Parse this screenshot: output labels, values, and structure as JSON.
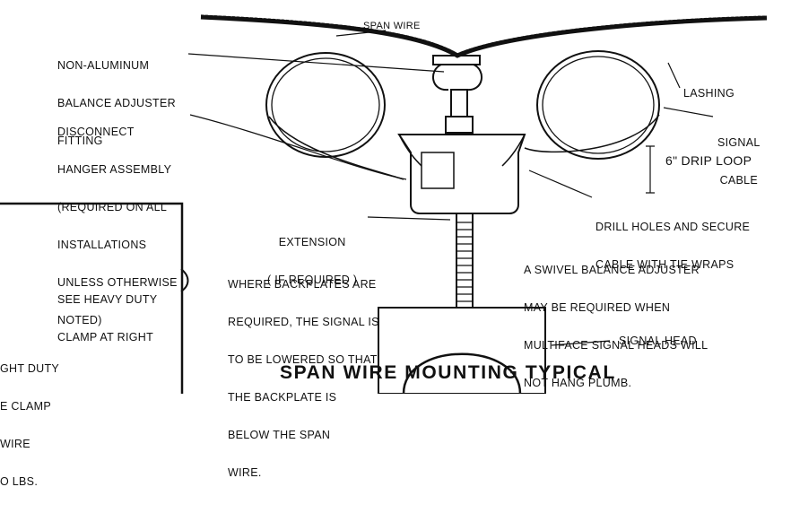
{
  "title": "SPAN WIRE MOUNTING TYPICAL",
  "labels": {
    "span_wire": "SPAN WIRE",
    "balance_adjuster": [
      "NON-ALUMINUM",
      "BALANCE ADJUSTER",
      "FITTING"
    ],
    "hanger": [
      "DISCONNECT",
      "HANGER ASSEMBLY",
      "(REQUIRED ON ALL",
      "INSTALLATIONS",
      "UNLESS OTHERWISE",
      "NOTED)"
    ],
    "lashing": "LASHING",
    "signal_cable": [
      "SIGNAL",
      "CABLE"
    ],
    "drip_loop": "6\" DRIP LOOP",
    "drill_holes": [
      "DRILL HOLES AND SECURE",
      "CABLE WITH TIE WRAPS"
    ],
    "extension": [
      "EXTENSION",
      "( IF REQUIRED )"
    ],
    "backplates": [
      "WHERE BACKPLATES ARE",
      "REQUIRED, THE SIGNAL IS",
      "TO BE LOWERED SO THAT",
      "THE BACKPLATE IS",
      "BELOW THE SPAN",
      "WIRE."
    ],
    "swivel": [
      "A SWIVEL BALANCE ADJUSTER",
      "MAY BE REQUIRED WHEN",
      "MULTIFACE SIGNAL HEADS WILL",
      "NOT HANG PLUMB."
    ],
    "signal_head": "SIGNAL HEAD",
    "heavy_duty": [
      "SEE HEAVY DUTY",
      "CLAMP AT RIGHT"
    ],
    "light_duty": [
      "GHT DUTY",
      "E CLAMP",
      "WIRE",
      "O LBS."
    ]
  }
}
